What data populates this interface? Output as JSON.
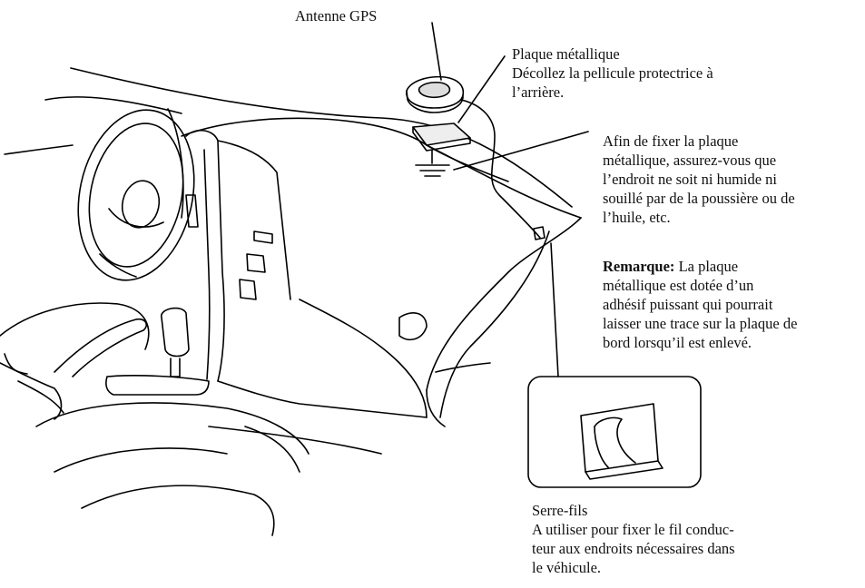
{
  "labels": {
    "gps_antenna": "Antenne GPS",
    "metal_plate_title": "Plaque métallique",
    "metal_plate_note_line1": "Décollez la pellicule protectrice à",
    "metal_plate_note_line2": "l’arrière.",
    "fix_note": [
      "Afin de fixer la plaque",
      "métallique, assurez-vous que",
      "l’endroit ne soit ni humide ni",
      "souillé par de la poussière ou de",
      "l’huile, etc."
    ],
    "remark_label": "Remarque:",
    "remark_line1_rest": " La plaque",
    "remark_lines": [
      "métallique est dotée d’un",
      "adhésif puissant qui pourrait",
      "laisser une trace sur la plaque de",
      "bord lorsqu’il est enlevé."
    ],
    "clamp_title": "Serre-fils",
    "clamp_note": [
      "A utiliser pour fixer le fil conduc-",
      "teur aux endroits nécessaires dans",
      "le véhicule."
    ]
  }
}
